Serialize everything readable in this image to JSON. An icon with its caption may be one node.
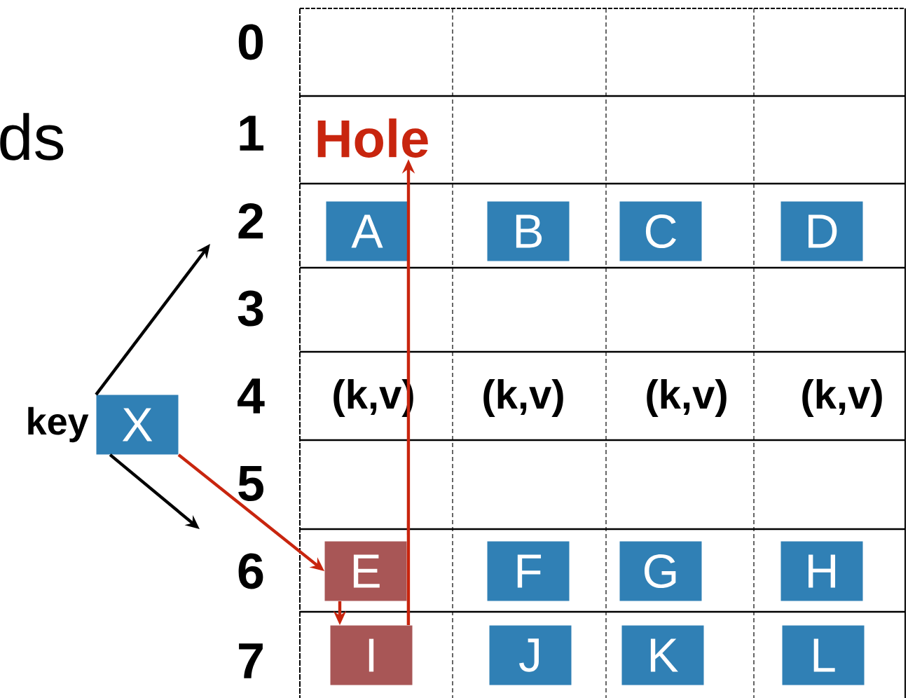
{
  "diagram": {
    "nodes": [
      {
        "text": [
          "Hole"
        ]
      },
      {
        "text": [
          "A"
        ]
      },
      {
        "text": [
          "B"
        ]
      },
      {
        "text": [
          "C"
        ]
      },
      {
        "text": [
          "D"
        ]
      },
      {
        "text": [
          "X"
        ],
        "beside": [
          "key"
        ]
      },
      {
        "text": [
          "E"
        ]
      },
      {
        "text": [
          "F"
        ]
      },
      {
        "text": [
          "G"
        ]
      },
      {
        "text": [
          "H"
        ]
      },
      {
        "text": [
          "I"
        ]
      },
      {
        "text": [
          "J"
        ]
      },
      {
        "text": [
          "K"
        ]
      },
      {
        "text": [
          "L"
        ]
      }
    ],
    "edges": [
      {
        "from": 5,
        "to": null,
        "arrow": "to",
        "color": "#000000"
      },
      {
        "from": 5,
        "to": null,
        "arrow": "to",
        "color": "#000000"
      },
      {
        "from": 5,
        "to": 6,
        "arrow": "to"
      },
      {
        "from": 6,
        "to": 10,
        "arrow": "to"
      },
      {
        "from": 10,
        "to": 0,
        "arrow": "to"
      }
    ],
    "labels": [
      "0",
      "ds",
      "1",
      "2",
      "3",
      "4",
      "(k,v)",
      "(k,v)",
      "(k,v)",
      "(k,v)",
      "5",
      "6",
      "7"
    ]
  }
}
